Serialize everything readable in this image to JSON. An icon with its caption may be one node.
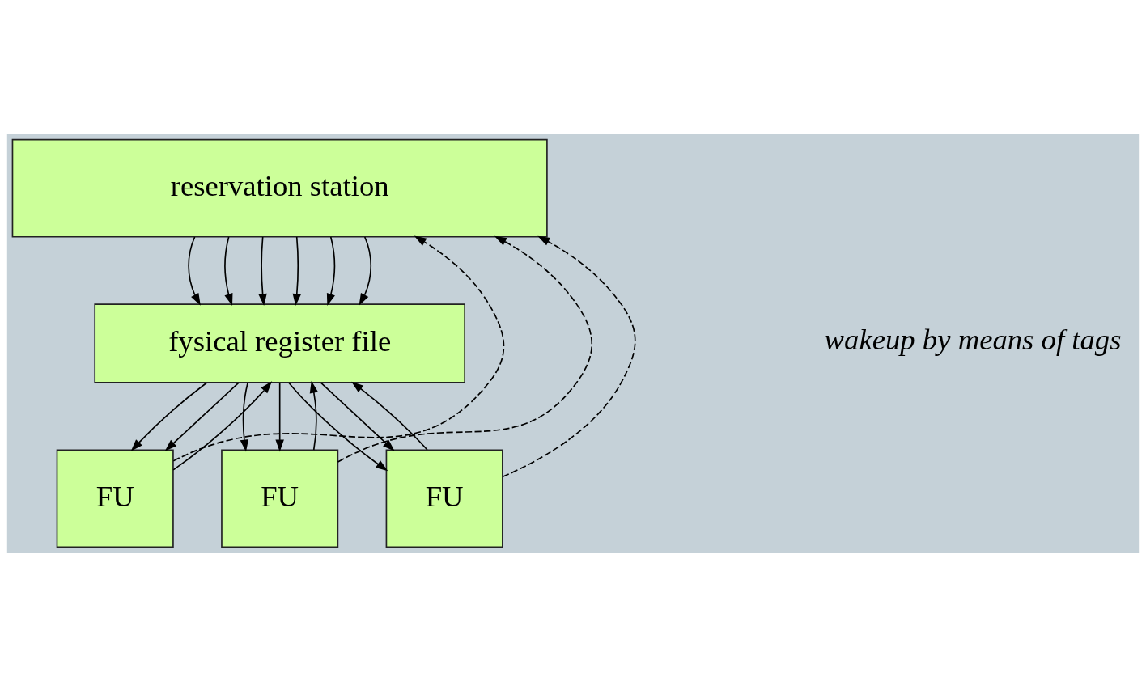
{
  "diagram": {
    "nodes": [
      {
        "text": [
          "reservation station"
        ]
      },
      {
        "text": [
          "fysical register file"
        ]
      },
      {
        "text": [
          "FU"
        ]
      },
      {
        "text": [
          "FU"
        ]
      },
      {
        "text": [
          "FU"
        ]
      }
    ],
    "edges": [
      {
        "from": 0,
        "to": 1,
        "arrow": "to"
      },
      {
        "from": 0,
        "to": 1,
        "arrow": "to"
      },
      {
        "from": 0,
        "to": 1,
        "arrow": "to"
      },
      {
        "from": 0,
        "to": 1,
        "arrow": "to"
      },
      {
        "from": 0,
        "to": 1,
        "arrow": "to"
      },
      {
        "from": 0,
        "to": 1,
        "arrow": "to"
      },
      {
        "from": 1,
        "to": 2,
        "arrow": "to"
      },
      {
        "from": 1,
        "to": 2,
        "arrow": "to"
      },
      {
        "from": 1,
        "to": 3,
        "arrow": "to"
      },
      {
        "from": 1,
        "to": 3,
        "arrow": "to"
      },
      {
        "from": 1,
        "to": 4,
        "arrow": "to"
      },
      {
        "from": 1,
        "to": 4,
        "arrow": "to"
      },
      {
        "from": 4,
        "to": 0,
        "arrow": "to",
        "style": "dashed"
      },
      {
        "from": 3,
        "to": 0,
        "arrow": "to",
        "style": "dashed"
      },
      {
        "from": 2,
        "to": 0,
        "arrow": "to",
        "style": "dashed"
      },
      {
        "from": 2,
        "to": 1,
        "arrow": "to"
      },
      {
        "from": 3,
        "to": 1,
        "arrow": "to"
      },
      {
        "from": 4,
        "to": 1,
        "arrow": "to"
      }
    ],
    "labels": [
      "wakeup by means of tags"
    ]
  }
}
